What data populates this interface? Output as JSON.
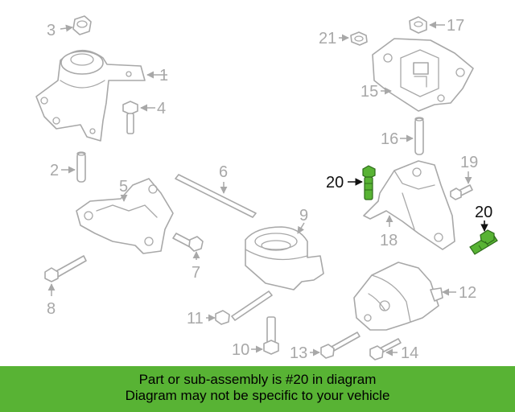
{
  "labels": {
    "p1": "1",
    "p2": "2",
    "p3": "3",
    "p4": "4",
    "p5": "5",
    "p6": "6",
    "p7": "7",
    "p8": "8",
    "p9": "9",
    "p10": "10",
    "p11": "11",
    "p12": "12",
    "p13": "13",
    "p14": "14",
    "p15": "15",
    "p16": "16",
    "p17": "17",
    "p18": "18",
    "p19": "19",
    "p20a": "20",
    "p20b": "20",
    "p21": "21"
  },
  "banner": {
    "line1": "Part or sub-assembly is #20 in diagram",
    "line2": "Diagram may not be specific to your vehicle",
    "color": "#58b334"
  },
  "colors": {
    "part_lines": "#a8a8a8",
    "highlight_fill": "#58b334",
    "highlight_text": "#111111"
  }
}
